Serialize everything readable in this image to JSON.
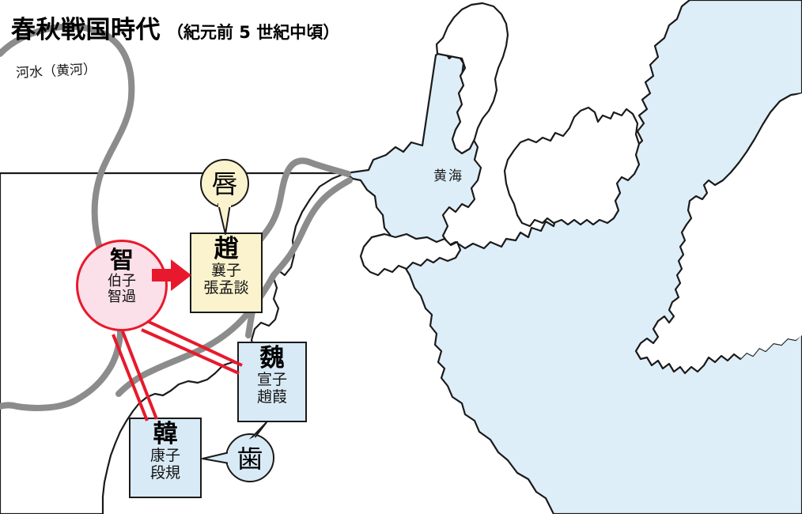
{
  "header": {
    "title_main": "春秋戦国時代",
    "title_sub": "（紀元前 5 世紀中頃）"
  },
  "map": {
    "river_label": "河水（黄河）",
    "sea_label": "黄海",
    "colors": {
      "sea_fill": "#ddeef8",
      "coast_stroke": "#1a1a1a",
      "river_stroke": "#8c8c8c",
      "link_red": "#e8192c",
      "zhao_fill": "#faf3cd",
      "wei_fill": "#d8eaf6",
      "han_fill": "#d8eaf6",
      "zhi_fill": "#fbdfe9"
    }
  },
  "nodes": {
    "zhi": {
      "name": "智",
      "line1": "伯子",
      "line2": "智過"
    },
    "zhao": {
      "name": "趙",
      "line1": "襄子",
      "line2": "張孟談"
    },
    "wei": {
      "name": "魏",
      "line1": "宣子",
      "line2": "趙葭"
    },
    "han": {
      "name": "韓",
      "line1": "康子",
      "line2": "段規"
    }
  },
  "bubbles": {
    "kuchibiru": {
      "text": "唇",
      "points_to": "趙"
    },
    "ha": {
      "text": "歯",
      "points_to": "魏・韓"
    }
  }
}
